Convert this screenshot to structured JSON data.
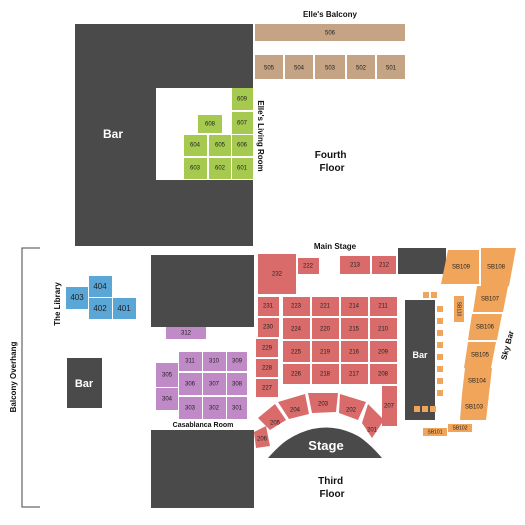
{
  "labels": {
    "bar_fourth": "Bar",
    "fourth_floor": "Fourth\nFloor",
    "elles_balcony": "Elle's Balcony",
    "elles_living_room": "Elle's Living Room",
    "main_stage": "Main Stage",
    "the_library": "The Library",
    "balcony_overhang": "Balcony Overhang",
    "bar_left": "Bar",
    "bar_center": "Bar",
    "sky_bar": "Sky Bar",
    "casablanca_room": "Casablanca Room",
    "stage": "Stage",
    "third_floor": "Third\nFloor"
  },
  "colors": {
    "balcony": "#c4a484",
    "living_room": "#a6c94f",
    "library": "#5aa6d6",
    "main": "#d96b6b",
    "casablanca": "#c08ac6",
    "sky_bar": "#f0a55a",
    "dark": "#4a4a4a"
  },
  "sections": {
    "balcony": [
      "506",
      "505",
      "504",
      "503",
      "502",
      "501"
    ],
    "living_room": [
      "609",
      "608",
      "607",
      "604",
      "605",
      "606",
      "603",
      "602",
      "601"
    ],
    "library": [
      "404",
      "403",
      "402",
      "401"
    ],
    "main": [
      "232",
      "222",
      "213",
      "212",
      "231",
      "223",
      "221",
      "214",
      "211",
      "230",
      "224",
      "220",
      "215",
      "210",
      "229",
      "225",
      "219",
      "216",
      "209",
      "228",
      "226",
      "218",
      "217",
      "208",
      "227",
      "207",
      "206",
      "205",
      "204",
      "203",
      "202",
      "201"
    ],
    "casablanca": [
      "312",
      "311",
      "310",
      "309",
      "305",
      "306",
      "307",
      "308",
      "304",
      "303",
      "302",
      "301"
    ],
    "sky_bar": [
      "SB109",
      "SB108",
      "SB107",
      "SB106",
      "SB105",
      "SB104",
      "SB103",
      "SB102",
      "SB101",
      "SB110"
    ]
  }
}
